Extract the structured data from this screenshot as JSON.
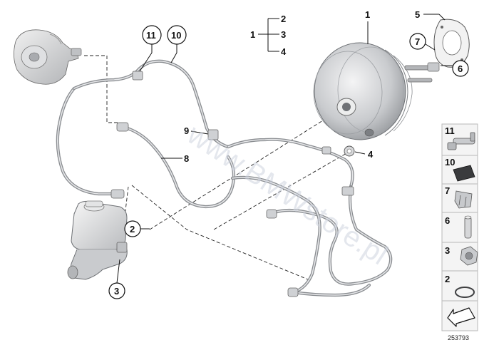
{
  "callouts": {
    "c1": "1",
    "c2": "2",
    "c3": "3",
    "c4": "4",
    "c5": "5",
    "c6": "6",
    "c7": "7",
    "c8": "8",
    "c9": "9",
    "c10": "10",
    "c11": "11"
  },
  "bracket": {
    "parent": "1",
    "children": [
      "2",
      "3",
      "4"
    ]
  },
  "legend": {
    "items": [
      {
        "num": "11",
        "icon": "hose-clamp-icon"
      },
      {
        "num": "10",
        "icon": "foam-pad-icon"
      },
      {
        "num": "7",
        "icon": "bracket-clip-icon"
      },
      {
        "num": "6",
        "icon": "stud-pin-icon"
      },
      {
        "num": "3",
        "icon": "hex-nut-icon"
      },
      {
        "num": "2",
        "icon": "o-ring-icon"
      }
    ],
    "arrow_icon": "direction-arrow-icon"
  },
  "diagram_ref": "253793",
  "watermark": "www.BMWstore.pl",
  "colors": {
    "hose": "#8a8d91",
    "part_fill": "#d9dadc",
    "legend_box": "#f4f4f4",
    "legend_border": "#b9b9b9"
  }
}
